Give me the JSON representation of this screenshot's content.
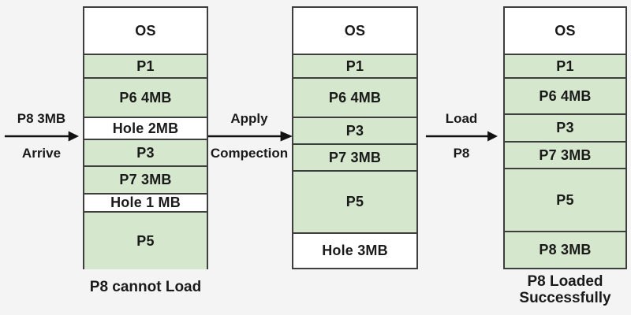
{
  "colors": {
    "background": "#f4f4f4",
    "process_fill": "#d5e7cc",
    "free_fill": "#ffffff",
    "border": "#3e3e3e",
    "text": "#1a1a1a",
    "arrow": "#111111"
  },
  "arrows": [
    {
      "label_top": "P8 3MB",
      "label_bottom": "Arrive"
    },
    {
      "label_top": "Apply",
      "label_bottom": "Compection"
    },
    {
      "label_top": "Load",
      "label_bottom": "P8"
    }
  ],
  "columns": [
    {
      "caption": "P8 cannot Load",
      "segments": [
        {
          "label": "OS",
          "kind": "free",
          "h": 60
        },
        {
          "label": "P1",
          "kind": "process",
          "h": 30
        },
        {
          "label": "P6 4MB",
          "kind": "process",
          "h": 50
        },
        {
          "label": "Hole 2MB",
          "kind": "free",
          "h": 28
        },
        {
          "label": "P3",
          "kind": "process",
          "h": 34
        },
        {
          "label": "P7 3MB",
          "kind": "process",
          "h": 35
        },
        {
          "label": "Hole 1 MB",
          "kind": "free",
          "h": 21
        },
        {
          "label": "P5",
          "kind": "process",
          "h": 72
        }
      ]
    },
    {
      "caption": "",
      "segments": [
        {
          "label": "OS",
          "kind": "free",
          "h": 60
        },
        {
          "label": "P1",
          "kind": "process",
          "h": 30
        },
        {
          "label": "P6 4MB",
          "kind": "process",
          "h": 50
        },
        {
          "label": "P3",
          "kind": "process",
          "h": 34
        },
        {
          "label": "P7 3MB",
          "kind": "process",
          "h": 34
        },
        {
          "label": "P5",
          "kind": "process",
          "h": 79
        },
        {
          "label": "Hole 3MB",
          "kind": "free",
          "h": 43
        }
      ]
    },
    {
      "caption": "P8 Loaded\nSuccessfully",
      "segments": [
        {
          "label": "OS",
          "kind": "free",
          "h": 60
        },
        {
          "label": "P1",
          "kind": "process",
          "h": 30
        },
        {
          "label": "P6 4MB",
          "kind": "process",
          "h": 46
        },
        {
          "label": "P3",
          "kind": "process",
          "h": 35
        },
        {
          "label": "P7 3MB",
          "kind": "process",
          "h": 34
        },
        {
          "label": "P5",
          "kind": "process",
          "h": 80
        },
        {
          "label": "P8 3MB",
          "kind": "process",
          "h": 45
        }
      ]
    }
  ]
}
